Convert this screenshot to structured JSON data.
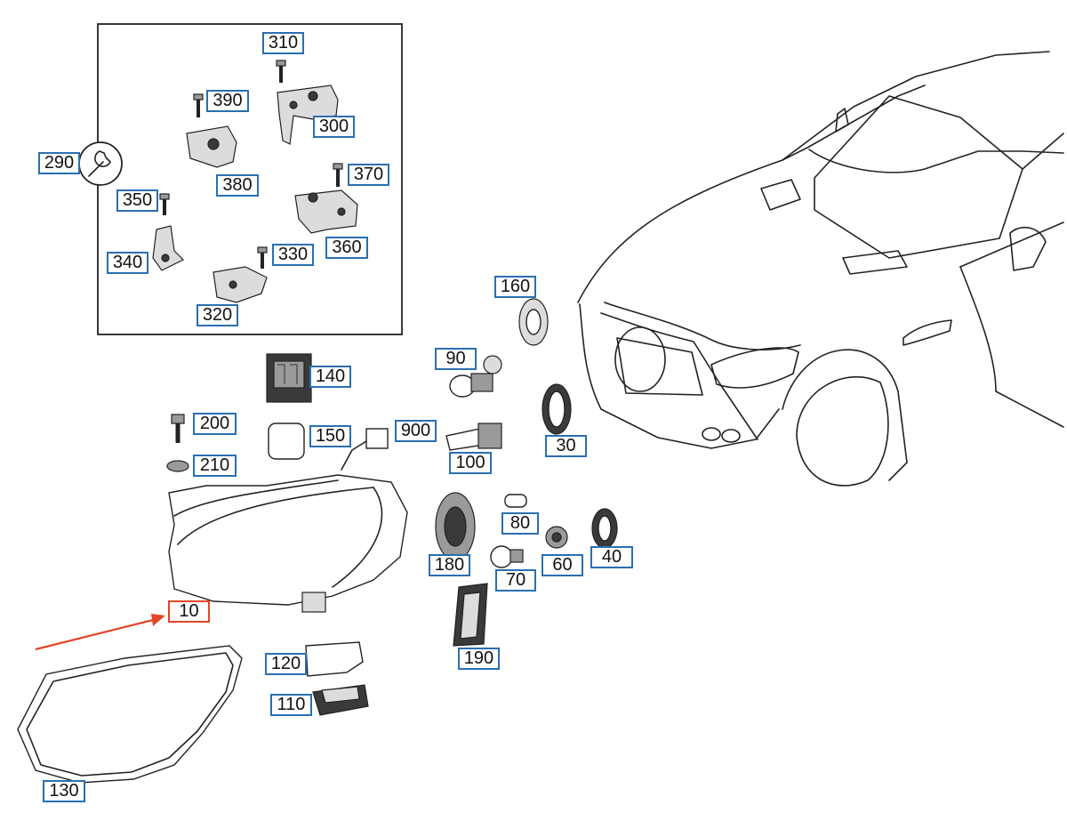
{
  "diagram": {
    "callouts": [
      {
        "id": "310",
        "label": "310"
      },
      {
        "id": "390",
        "label": "390"
      },
      {
        "id": "300",
        "label": "300"
      },
      {
        "id": "290",
        "label": "290"
      },
      {
        "id": "380",
        "label": "380"
      },
      {
        "id": "370",
        "label": "370"
      },
      {
        "id": "350",
        "label": "350"
      },
      {
        "id": "360",
        "label": "360"
      },
      {
        "id": "330",
        "label": "330"
      },
      {
        "id": "340",
        "label": "340"
      },
      {
        "id": "320",
        "label": "320"
      },
      {
        "id": "160",
        "label": "160"
      },
      {
        "id": "90",
        "label": "90"
      },
      {
        "id": "140",
        "label": "140"
      },
      {
        "id": "200",
        "label": "200"
      },
      {
        "id": "900",
        "label": "900"
      },
      {
        "id": "150",
        "label": "150"
      },
      {
        "id": "100",
        "label": "100"
      },
      {
        "id": "30",
        "label": "30"
      },
      {
        "id": "210",
        "label": "210"
      },
      {
        "id": "80",
        "label": "80"
      },
      {
        "id": "40",
        "label": "40"
      },
      {
        "id": "180",
        "label": "180"
      },
      {
        "id": "60",
        "label": "60"
      },
      {
        "id": "70",
        "label": "70"
      },
      {
        "id": "10",
        "label": "10",
        "highlighted": true
      },
      {
        "id": "120",
        "label": "120"
      },
      {
        "id": "190",
        "label": "190"
      },
      {
        "id": "110",
        "label": "110"
      },
      {
        "id": "130",
        "label": "130"
      }
    ],
    "colors": {
      "callout_border": "#2a6fb0",
      "highlight": "#e2452a",
      "line_art": "#222222"
    }
  }
}
